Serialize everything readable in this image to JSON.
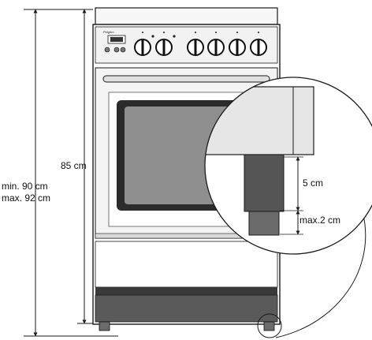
{
  "dimensions": {
    "height_total": "85 cm",
    "height_min": "min. 90 cm",
    "height_max": "max. 92 cm"
  },
  "detail": {
    "foot_height": "5 cm",
    "adjust_max": "max.2 cm"
  },
  "brand": "Pelgrim",
  "colors": {
    "line": "#1a1a1a",
    "panel": "#e9e9e9",
    "window_dark": "#2b2b2b",
    "window_glass": "#8f8f8f",
    "base": "#5a5a5a",
    "foot": "#6b6b6b"
  }
}
